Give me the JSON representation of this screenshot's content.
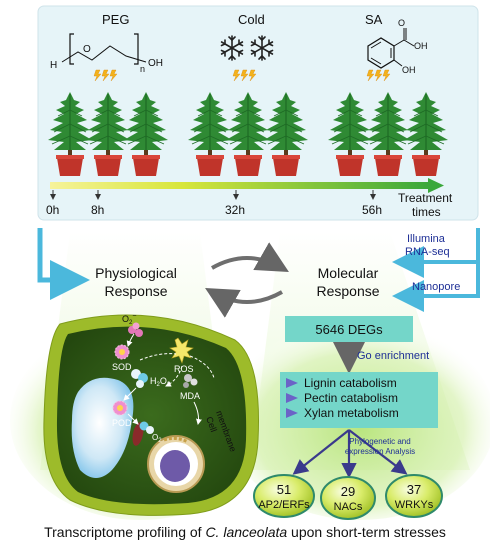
{
  "treatments": {
    "peg": {
      "label": "PEG",
      "formula_h": "H",
      "formula_o": "O",
      "formula_n": "n",
      "formula_oh": "OH"
    },
    "cold": {
      "label": "Cold"
    },
    "sa": {
      "label": "SA",
      "formula_oh_top": "OH",
      "formula_o_top": "O",
      "formula_oh_bottom": "OH"
    }
  },
  "timeline": {
    "ticks": [
      "0h",
      "8h",
      "32h",
      "56h"
    ],
    "end_label_line1": "Treatment",
    "end_label_line2": "times"
  },
  "responses": {
    "physiological_line1": "Physiological",
    "physiological_line2": "Response",
    "molecular_line1": "Molecular",
    "molecular_line2": "Response"
  },
  "sequencing": {
    "illumina_line1": "Illumina",
    "illumina_line2": "RNA-seq",
    "nanopore": "Nanopore"
  },
  "cell": {
    "superoxide": "O",
    "superoxide_sup": "2",
    "superoxide_charge": "−",
    "sod": "SOD",
    "ros": "ROS",
    "h2o2": "H",
    "h2o2_sub1": "2",
    "h2o2_o": "O",
    "h2o2_sub2": "2",
    "mda": "MDA",
    "pod": "POD",
    "o2": "O",
    "o2_sub": "2",
    "membrane_line1": "Cell",
    "membrane_line2": "membrane"
  },
  "molecular": {
    "degs": "5646 DEGs",
    "go": "Go enrichment",
    "pathways": [
      "Lignin catabolism",
      "Pectin catabolism",
      "Xylan metabolism"
    ],
    "analysis_line1": "Phylogenetic and",
    "analysis_line2": "expression Analysis",
    "families": [
      {
        "count": "51",
        "name": "AP2/ERFs"
      },
      {
        "count": "29",
        "name": "NACs"
      },
      {
        "count": "37",
        "name": "WRKYs"
      }
    ]
  },
  "caption": {
    "prefix": "Transcriptome profiling of ",
    "species": "C. lanceolata",
    "suffix": " upon short-term stresses"
  },
  "colors": {
    "panel_bg": "#e6f4f8",
    "arrow_blue": "#4bb8dc",
    "glow_green": "#c4ec93",
    "cell_wall": "#9dbb2a",
    "cytoplasm": "#2f5d16",
    "box_fill": "#74d6c9",
    "label_blue": "#1e2f96",
    "pot_red": "#c0342a",
    "bolt_yellow": "#f3b21c",
    "pathway_triangle": "#6b63c7"
  }
}
